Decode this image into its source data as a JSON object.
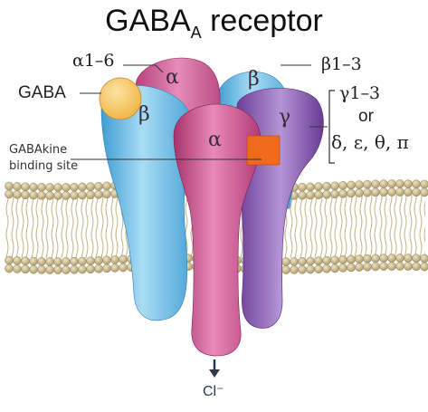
{
  "title": {
    "main": "GABA",
    "sub": "A",
    "rest": " receptor"
  },
  "labels": {
    "alpha_range": "α1–6",
    "beta_range": "β1–3",
    "gaba": "GABA",
    "gabakine_line1": "GABAkine",
    "gabakine_line2": "binding site",
    "gamma_range": "γ1–3",
    "or": "or",
    "alternatives": "δ, ε, θ, π",
    "chloride": "Cl⁻"
  },
  "subunits": {
    "alpha_back": "α",
    "beta_back": "β",
    "beta_left": "β",
    "gamma": "γ",
    "alpha_front": "α"
  },
  "colors": {
    "alpha": "#c94f8c",
    "beta": "#6fb8e0",
    "gamma": "#8f65b6",
    "gaba": "#f6c25a",
    "binding_site": "#f06a1c",
    "membrane_head": "#c8b88a",
    "membrane_tail": "#b5a57a"
  }
}
